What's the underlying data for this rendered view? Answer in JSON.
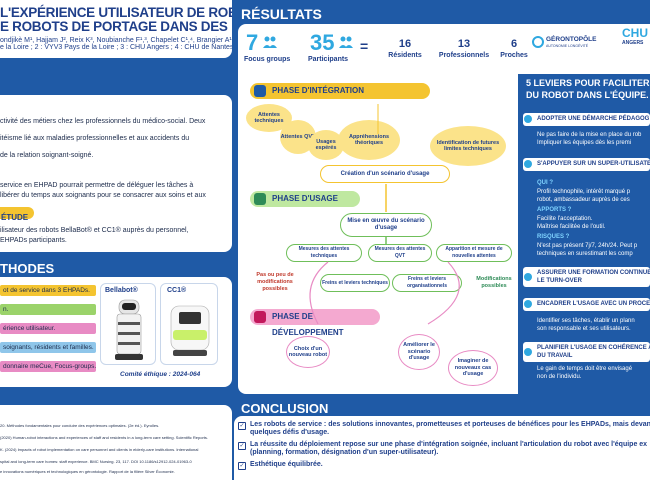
{
  "header": {
    "title_line1": "L'EXPÉRIENCE UTILISATEUR DE ROBOTS",
    "title_line2": "E ROBOTS DE PORTAGE DANS DES EHPADS",
    "authors": "ondjikè M¹, Hajjam J², Reix K³, Noubianche F¹,³, Chapelet C¹,⁴, Brangier A¹,³",
    "affiliations": "e la Loire ; 2 : VYV3 Pays de la Loire ; 3 : CHU Angers ; 4 : CHU de Nantes"
  },
  "context": {
    "line1": "ctivité des métiers chez les professionnels du médico-social. Deux",
    "line2": "itéisme lié aux maladies professionnelles et aux accidents du",
    "line3": "de la relation soignant-soigné.",
    "line4": "service en EHPAD pourrait permettre de déléguer les tâches à",
    "line5": "libérer du temps aux soignants pour se consacrer aux soins et aux",
    "objective_heading": "ÉTUDE",
    "obj1": "ilisateur des robots BellaBot® et CC1® auprès du personnel,",
    "obj2": "EHPADs participants."
  },
  "methods": {
    "title": "THODES",
    "bars": [
      "ot de service dans 3 EHPADs.",
      "n.",
      "érience utilisateur.",
      "soignants, résidents et familles.",
      "donnaire meCue, Focus-groups."
    ],
    "robot1": "Bellabot®",
    "robot2": "CC1®",
    "ethics": "Comité éthique : 2024-064"
  },
  "references": {
    "r1": "20. Méthodes fondamentales pour conduire des expériences optimales. (2e éd.). Eyrolles.",
    "r2": "(2020) Human-robot interactions and experiences of staff and residents in a long-term care setting. Scientific Reports.",
    "r3": "K. (2024) Impacts of robot implementation on care personnel and clients in elderly-care institutions. International",
    "r4": "spital and long-term care homes: staff experience. BMC Nursing. 23, 117. DOI 10.1186/s12912-024-01963-0",
    "r5": "e innovations numériques et technologiques en gérontologie. Rapport de la filière Silver Économie."
  },
  "results": {
    "title": "RÉSULTATS",
    "focus_num": "7",
    "focus_lbl": "Focus groups",
    "part_num": "35",
    "part_lbl": "Participants",
    "equals": "=",
    "res_num": "16",
    "res_lbl": "Résidents",
    "pro_num": "13",
    "pro_lbl": "Professionnels",
    "pro2_num": "6",
    "pro2_lbl": "Proches"
  },
  "integration": {
    "title": "PHASE D'INTÉGRATION",
    "b1": "Attentes techniques",
    "b2": "Attentes QVT",
    "b3": "Usages espérés",
    "b4": "Appréhensions théoriques",
    "b5": "Identification de futures limites techniques",
    "scenario": "Création d'un scénario d'usage"
  },
  "usage": {
    "title": "PHASE D'USAGE",
    "center": "Mise en œuvre du scénario d'usage",
    "m1": "Mesures des attentes techniques",
    "m2": "Mesures des attentes QVT",
    "m3": "Apparition et mesure de nouvelles attentes",
    "left_note": "Pas ou peu de modifications possibles",
    "right_note": "Modifications possibles",
    "f1": "Freins et leviers techniques",
    "f2": "Freins et leviers organisationnels"
  },
  "development": {
    "title": "PHASE DE DÉVELOPPEMENT",
    "d1": "Choix d'un nouveau robot",
    "d2": "Améliorer le scénario d'usage",
    "d3": "Imaginer de nouveaux cas d'usage"
  },
  "logos": {
    "geronto": "GÉRONTOPÔLE",
    "geronto_sub": "AUTONOMIE LONGÉVITÉ",
    "chu": "CHU",
    "chu_sub": "ANGERS"
  },
  "levers": {
    "title1": "5 LEVIERS POUR FACILITER",
    "title2": "DU ROBOT DANS L'ÉQUIPE.",
    "h1": "ADOPTER UNE DÉMARCHE PÉDAGOG",
    "t1a": "Ne pas faire de la mise en place du rob",
    "t1b": "Impliquer les équipes dès les premi",
    "h2": "S'APPUYER SUR UN SUPER-UTILISATE",
    "qui": "QUI ?",
    "t2a": "Profil technophile, intérêt marqué p",
    "t2b": "robot, ambassadeur auprès de ces",
    "apports": "APPORTS ?",
    "t2c": "Facilite l'acceptation.",
    "t2d": "Maîtrise facilitée de l'outil.",
    "risques": "RISQUES ?",
    "t2e": "N'est pas présent 7j/7, 24h/24. Peut p",
    "t2f": "techniques en surestimant les comp",
    "h3a": "ASSURER UNE FORMATION CONTINUE",
    "h3b": "LE TURN-OVER",
    "h4": "ENCADRER L'USAGE AVEC UN PROCE",
    "t4a": "Identifier ses tâches, établir un plann",
    "t4b": "son responsable et ses utilisateurs.",
    "h5a": "PLANIFIER L'USAGE EN COHÉRENCE A",
    "h5b": "DU TRAVAIL",
    "t5a": "Le gain de temps doit être envisagé",
    "t5b": "non de l'individu."
  },
  "conclusion": {
    "title": "CONCLUSION",
    "c1a": "Les robots de service : des solutions innovantes, prometteuses et porteuses de bénéfices pour les EHPADs, mais devant ê",
    "c1b": "quelques défis d'usage.",
    "c2a": "La réussite du déploiement repose sur une phase d'intégration soignée, incluant l'articulation du robot avec l'équipe ex",
    "c2b": "(planning, formation, désignation d'un super-utilisateur).",
    "c3": "Esthétique équilibrée."
  },
  "colors": {
    "primary": "#1f5aa6",
    "dark": "#1f3f8a",
    "accent": "#2fa8e0",
    "pink": "#e88bc4",
    "green": "#9bd36a",
    "yellow": "#f4c430"
  }
}
